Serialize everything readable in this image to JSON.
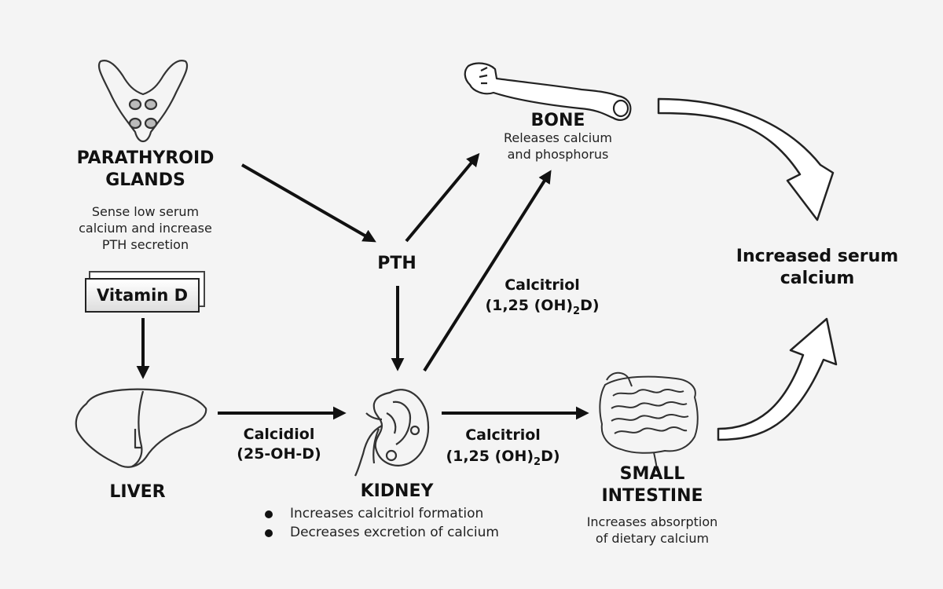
{
  "nodes": {
    "parathyroid": {
      "title": [
        "PARATHYROID",
        "GLANDS"
      ],
      "description": [
        "Sense low serum",
        "calcium and increase",
        "PTH secretion"
      ]
    },
    "vitamin_d": {
      "label": "Vitamin D"
    },
    "liver": {
      "title": "LIVER"
    },
    "pth": {
      "label": "PTH"
    },
    "bone": {
      "title": "BONE",
      "description": [
        "Releases calcium",
        "and phosphorus"
      ]
    },
    "kidney": {
      "title": "KIDNEY",
      "bullets": [
        "Increases calcitriol formation",
        "Decreases excretion of calcium"
      ]
    },
    "small_intestine": {
      "title": [
        "SMALL",
        "INTESTINE"
      ],
      "description": [
        "Increases absorption",
        "of dietary calcium"
      ]
    },
    "outcome": {
      "label": [
        "Increased serum",
        "calcium"
      ]
    }
  },
  "edge_labels": {
    "liver_to_kidney": [
      "Calcidiol",
      "(25-OH-D)"
    ],
    "kidney_to_bone": {
      "name": "Calcitriol",
      "formula_pre": "(1,25 (OH)",
      "formula_sub": "2",
      "formula_post": "D)"
    },
    "kidney_to_intestine": {
      "name": "Calcitriol",
      "formula_pre": "(1,25 (OH)",
      "formula_sub": "2",
      "formula_post": "D)"
    }
  }
}
